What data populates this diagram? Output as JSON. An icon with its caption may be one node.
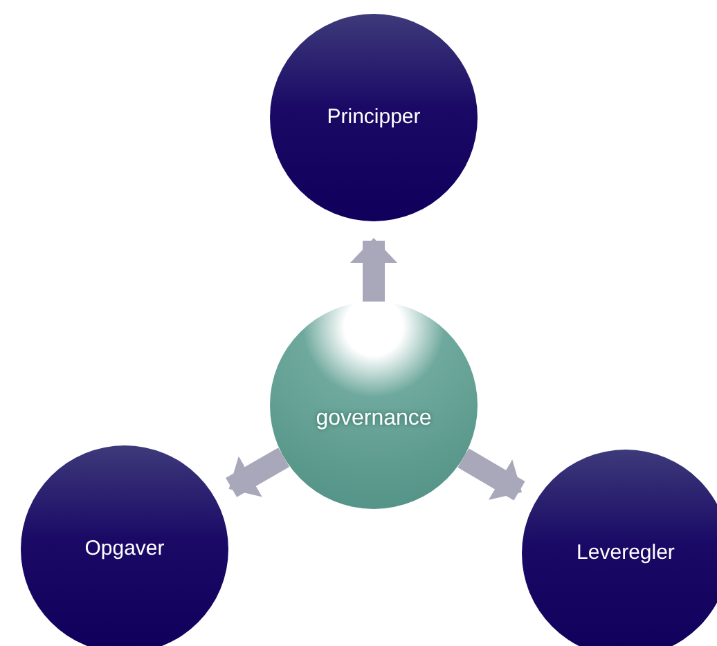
{
  "diagram": {
    "nodes": [
      {
        "text": [
          "governance"
        ]
      },
      {
        "text": [
          "Principper"
        ]
      },
      {
        "text": [
          "Opgaver"
        ]
      },
      {
        "text": [
          "Leveregler"
        ]
      }
    ],
    "edges": [
      {
        "from": 0,
        "to": 1,
        "arrow": "to"
      },
      {
        "from": 0,
        "to": 2,
        "arrow": "to"
      },
      {
        "from": 0,
        "to": 3,
        "arrow": "to"
      }
    ]
  }
}
